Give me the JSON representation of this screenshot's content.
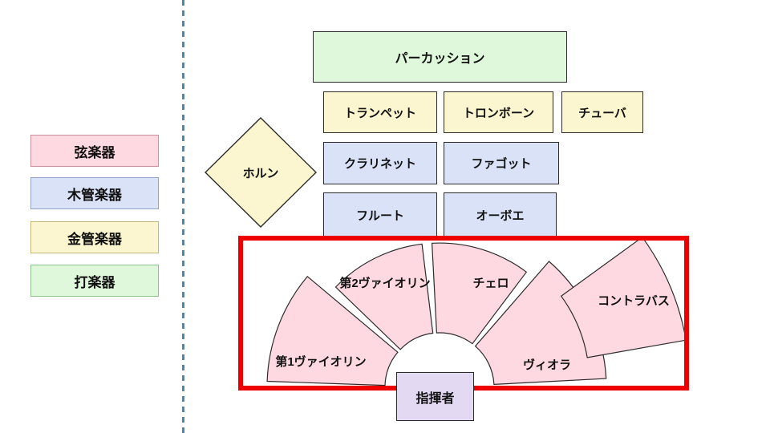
{
  "legend": {
    "items": [
      {
        "id": "strings",
        "label": "弦楽器"
      },
      {
        "id": "woodwinds",
        "label": "木管楽器"
      },
      {
        "id": "brass",
        "label": "金管楽器"
      },
      {
        "id": "percussion",
        "label": "打楽器"
      }
    ]
  },
  "stage": {
    "percussion": {
      "label": "パーカッション"
    },
    "trumpet": {
      "label": "トランペット"
    },
    "trombone": {
      "label": "トロンボーン"
    },
    "tuba": {
      "label": "チューバ"
    },
    "horn": {
      "label": "ホルン"
    },
    "clarinet": {
      "label": "クラリネット"
    },
    "bassoon": {
      "label": "ファゴット"
    },
    "flute": {
      "label": "フルート"
    },
    "oboe": {
      "label": "オーボエ"
    },
    "violin2": {
      "label": "第2ヴァイオリン"
    },
    "cello": {
      "label": "チェロ"
    },
    "contrabass": {
      "label": "コントラバス"
    },
    "violin1": {
      "label": "第1ヴァイオリン"
    },
    "viola": {
      "label": "ヴィオラ"
    },
    "conductor": {
      "label": "指揮者"
    }
  },
  "colors": {
    "strings": "#ffd9e1",
    "woodwinds": "#dae2f7",
    "brass": "#fbf6cf",
    "percussion": "#dff8dc",
    "conductor": "#e4d9f2",
    "highlight": "#ee0000",
    "divider": "#4e86ad"
  }
}
